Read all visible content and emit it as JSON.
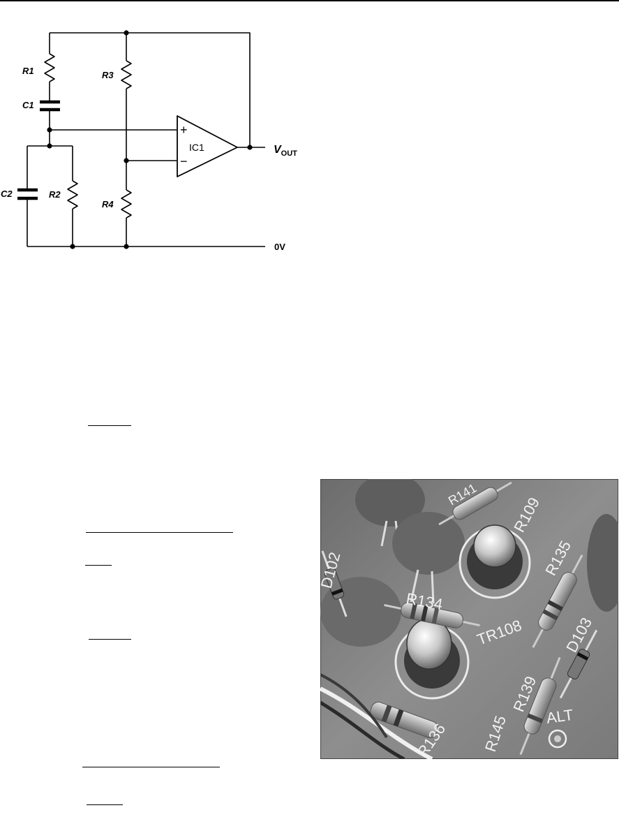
{
  "schematic": {
    "labels": {
      "r1": "R1",
      "c1": "C1",
      "c2": "C2",
      "r2": "R2",
      "r3": "R3",
      "r4": "R4",
      "ic1": "IC1",
      "plus": "+",
      "minus": "−",
      "vout_v": "V",
      "vout_sub": "OUT",
      "zero_v": "0V"
    }
  },
  "photo": {
    "silkscreen": {
      "r109": "R109",
      "r135": "R135",
      "r134": "R134",
      "d102": "D102",
      "tr108": "TR108",
      "d103": "D103",
      "r139": "R139",
      "alt": "ALT",
      "r145": "R145",
      "r136": "R136",
      "r141": "R141"
    }
  },
  "colors": {
    "ink": "#000000",
    "paper": "#ffffff",
    "photo_board": "#8a8a8a"
  }
}
